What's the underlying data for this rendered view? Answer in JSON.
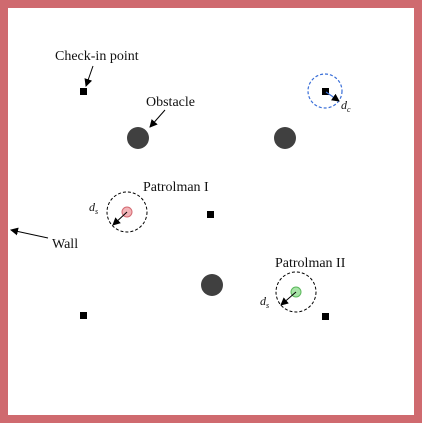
{
  "labels": {
    "checkin": "Check-in point",
    "obstacle": "Obstacle",
    "patrolman1": "Patrolman I",
    "patrolman2": "Patrolman II",
    "wall": "Wall"
  },
  "symbols": {
    "d": "d",
    "sub_s": "s",
    "sub_c": "c"
  },
  "colors": {
    "wall": "#cf6a6f",
    "obstacle": "#404040",
    "checkpoint": "#000000",
    "patrolman1_fill": "#f2b4b8",
    "patrolman1_stroke": "#d46a72",
    "patrolman2_fill": "#a8e4a8",
    "patrolman2_stroke": "#5cb85c",
    "checkin_radius": "#3a6fd8",
    "sensing_radius": "#000000"
  }
}
